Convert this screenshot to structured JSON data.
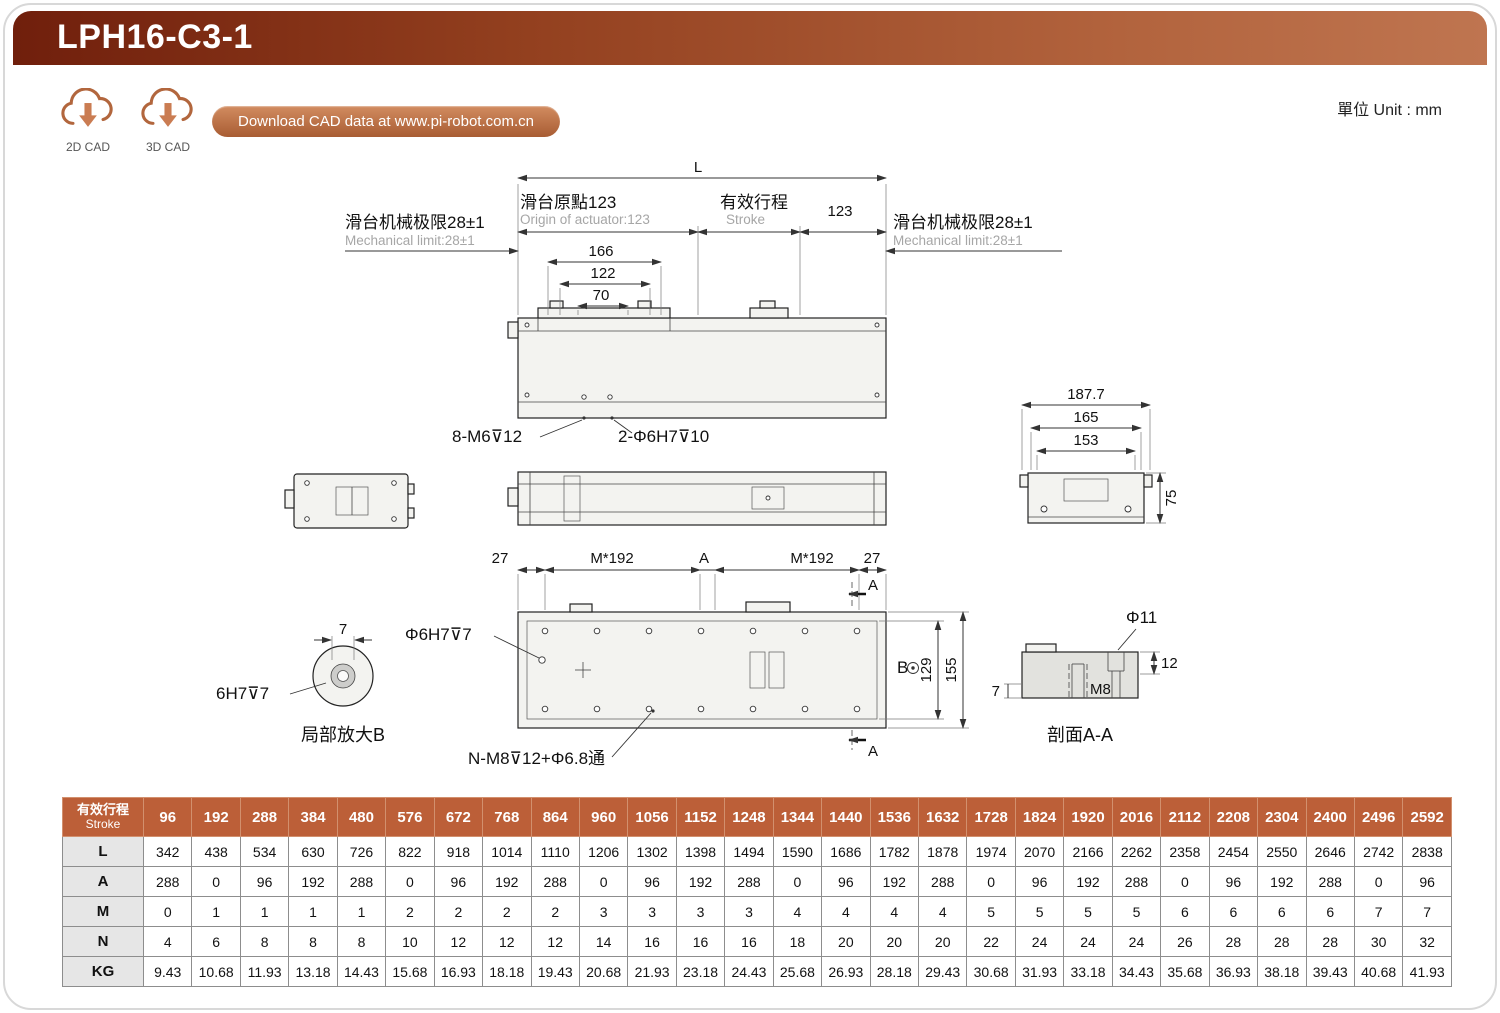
{
  "header": {
    "title": "LPH16-C3-1",
    "unit_label": "單位 Unit : mm"
  },
  "cad": {
    "cad2d_label": "2D CAD",
    "cad3d_label": "3D CAD",
    "download_label": "Download CAD data at www.pi-robot.com.cn"
  },
  "drawing": {
    "side_view": {
      "dim_L": "L",
      "origin_cn": "滑台原點123",
      "origin_en": "Origin of actuator:123",
      "stroke_cn": "有效行程",
      "stroke_en": "Stroke",
      "dim_right_123": "123",
      "mech_limit_left_cn": "滑台机械极限28±1",
      "mech_limit_left_en": "Mechanical limit:28±1",
      "mech_limit_right_cn": "滑台机械极限28±1",
      "mech_limit_right_en": "Mechanical limit:28±1",
      "dim_166": "166",
      "dim_122": "122",
      "dim_70": "70",
      "label_carriage_holes": "8-M6⊽12",
      "label_dowel_holes": "2-Φ6H7⊽10"
    },
    "end_view": {
      "dim_187": "187.7",
      "dim_165": "165",
      "dim_153": "153",
      "dim_75": "75"
    },
    "plan_view": {
      "dim_27_left": "27",
      "dim_pitch_left": "M*192",
      "dim_A": "A",
      "dim_pitch_right": "M*192",
      "dim_27_right": "27",
      "section_label_top": "A",
      "section_label_bottom": "A",
      "label_dowel": "Φ6H7⊽7",
      "label_B": "B",
      "dim_129": "129",
      "dim_155": "155",
      "label_mounting": "N-M8⊽12+Φ6.8通"
    },
    "detail_b": {
      "dim_7": "7",
      "label_fit": "6H7⊽7",
      "caption": "局部放大B"
    },
    "section_aa": {
      "label_phi11": "Φ11",
      "dim_12": "12",
      "label_m8": "M8",
      "dim_7": "7",
      "caption": "剖面A-A"
    }
  },
  "table": {
    "header_label_cn": "有效行程",
    "header_label_en": "Stroke",
    "strokes": [
      96,
      192,
      288,
      384,
      480,
      576,
      672,
      768,
      864,
      960,
      1056,
      1152,
      1248,
      1344,
      1440,
      1536,
      1632,
      1728,
      1824,
      1920,
      2016,
      2112,
      2208,
      2304,
      2400,
      2496,
      2592
    ],
    "rows": [
      {
        "label": "L",
        "values": [
          342,
          438,
          534,
          630,
          726,
          822,
          918,
          1014,
          1110,
          1206,
          1302,
          1398,
          1494,
          1590,
          1686,
          1782,
          1878,
          1974,
          2070,
          2166,
          2262,
          2358,
          2454,
          2550,
          2646,
          2742,
          2838
        ]
      },
      {
        "label": "A",
        "values": [
          288,
          0,
          96,
          192,
          288,
          0,
          96,
          192,
          288,
          0,
          96,
          192,
          288,
          0,
          96,
          192,
          288,
          0,
          96,
          192,
          288,
          0,
          96,
          192,
          288,
          0,
          96
        ]
      },
      {
        "label": "M",
        "values": [
          0,
          1,
          1,
          1,
          1,
          2,
          2,
          2,
          2,
          3,
          3,
          3,
          3,
          4,
          4,
          4,
          4,
          5,
          5,
          5,
          5,
          6,
          6,
          6,
          6,
          7,
          7
        ]
      },
      {
        "label": "N",
        "values": [
          4,
          6,
          8,
          8,
          8,
          10,
          12,
          12,
          12,
          14,
          16,
          16,
          16,
          18,
          20,
          20,
          20,
          22,
          24,
          24,
          24,
          26,
          28,
          28,
          28,
          30,
          32
        ]
      },
      {
        "label": "KG",
        "values": [
          9.43,
          10.68,
          11.93,
          13.18,
          14.43,
          15.68,
          16.93,
          18.18,
          19.43,
          20.68,
          21.93,
          23.18,
          24.43,
          25.68,
          26.93,
          28.18,
          29.43,
          30.68,
          31.93,
          33.18,
          34.43,
          35.68,
          36.93,
          38.18,
          39.43,
          40.68,
          41.93
        ]
      }
    ]
  }
}
